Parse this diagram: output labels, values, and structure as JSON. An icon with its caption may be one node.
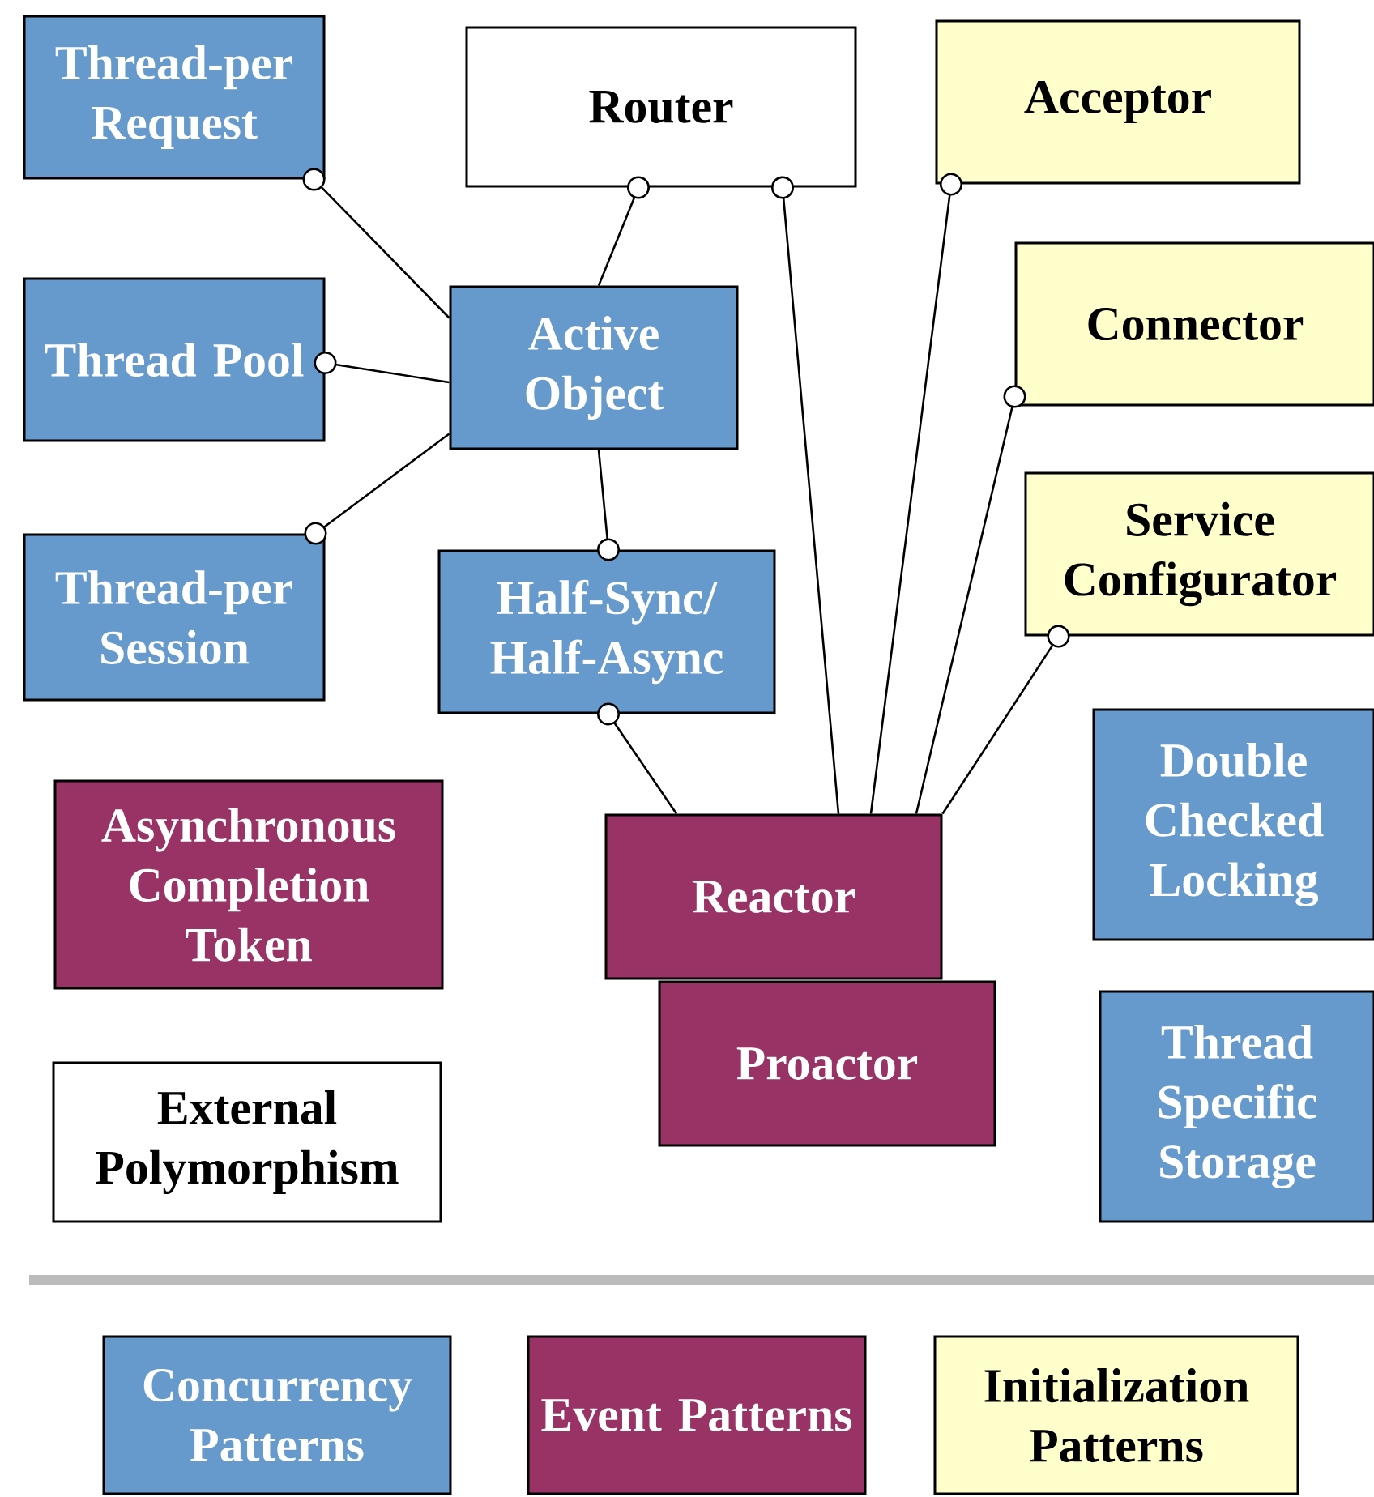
{
  "diagram": {
    "nodes": [
      {
        "text": [
          "Thread-per Request"
        ]
      },
      {
        "text": [
          "Router"
        ]
      },
      {
        "text": [
          "Acceptor"
        ]
      },
      {
        "text": [
          "Thread Pool"
        ]
      },
      {
        "text": [
          "Active Object"
        ]
      },
      {
        "text": [
          "Connector"
        ]
      },
      {
        "text": [
          "Thread-per Session"
        ]
      },
      {
        "text": [
          "Half-Sync/ Half-Async"
        ]
      },
      {
        "text": [
          "Service Configurator"
        ]
      },
      {
        "text": [
          "Asynchronous Completion Token"
        ]
      },
      {
        "text": [
          "Reactor"
        ]
      },
      {
        "text": [
          "Double Checked Locking"
        ]
      },
      {
        "text": [
          "Proactor"
        ]
      },
      {
        "text": [
          "Thread Specific Storage"
        ]
      },
      {
        "text": [
          "External Polymorphism"
        ]
      }
    ],
    "edges": [
      {
        "from": 4,
        "to": 0,
        "arrow": "other"
      },
      {
        "from": 4,
        "to": 1,
        "arrow": "other"
      },
      {
        "from": 4,
        "to": 3,
        "arrow": "other"
      },
      {
        "from": 4,
        "to": 6,
        "arrow": "other"
      },
      {
        "from": 4,
        "to": 7,
        "arrow": "other"
      },
      {
        "from": 10,
        "to": 7,
        "arrow": "other"
      },
      {
        "from": 10,
        "to": 1,
        "arrow": "other"
      },
      {
        "from": 10,
        "to": 2,
        "arrow": "other"
      },
      {
        "from": 10,
        "to": 5,
        "arrow": "other"
      },
      {
        "from": 10,
        "to": 8,
        "arrow": "other"
      }
    ],
    "legend": [
      {
        "text": "Concurrency Patterns",
        "color": "#6699cc"
      },
      {
        "text": "Event Patterns",
        "color": "#993366"
      },
      {
        "text": "Initialization Patterns",
        "color": "#ffffcc"
      }
    ]
  }
}
